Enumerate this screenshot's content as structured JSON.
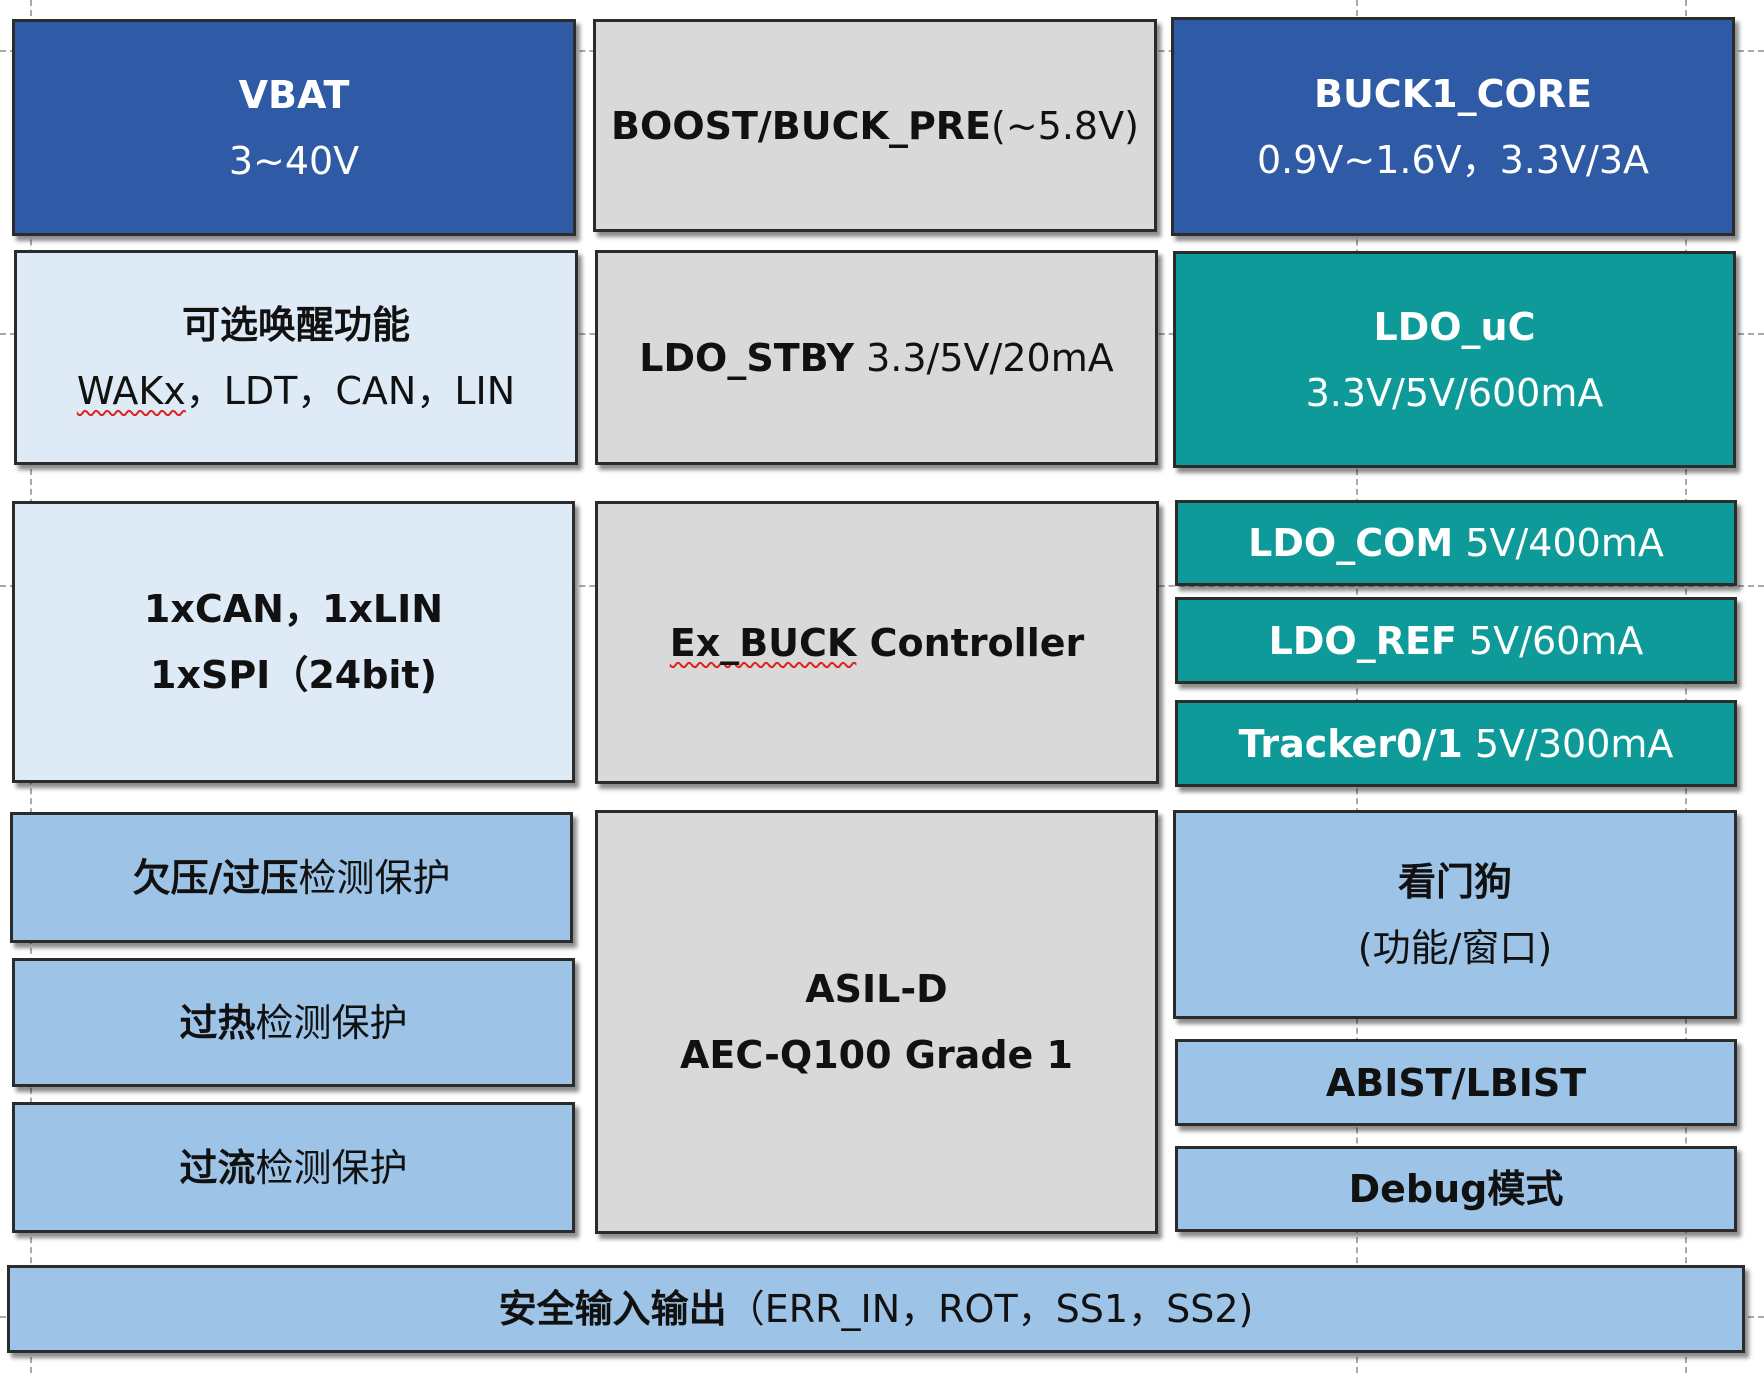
{
  "colors": {
    "dark_blue": "#2e5aa6",
    "gray": "#d9d9d9",
    "pale_blue": "#deebf7",
    "teal": "#0f9a9a",
    "mid_blue": "#9dc3e6",
    "border": "#2b2b2b"
  },
  "blocks": {
    "vbat": {
      "title": "VBAT",
      "value": "3~40V"
    },
    "boost": {
      "title": "BOOST/BUCK_PRE",
      "value": "(~5.8V)"
    },
    "buck1": {
      "title": "BUCK1_CORE",
      "value": "0.9V~1.6V，3.3V/3A"
    },
    "wake": {
      "title": "可选唤醒功能",
      "value_wak": "WAKx",
      "value_rest": "，LDT，CAN，LIN"
    },
    "ldo_stby": {
      "title": "LDO_STBY",
      "value": " 3.3/5V/20mA"
    },
    "ldo_uc": {
      "title": "LDO_uC",
      "value": "3.3V/5V/600mA"
    },
    "comms": {
      "line1": "1xCAN，1xLIN",
      "line2": "1xSPI（24bit)"
    },
    "ex_buck": {
      "title_ex": "Ex_BUCK",
      "title_rest": " Controller"
    },
    "ldo_com": {
      "title": "LDO_COM",
      "value": " 5V/400mA"
    },
    "ldo_ref": {
      "title": "LDO_REF",
      "value": " 5V/60mA"
    },
    "tracker": {
      "title": "Tracker0/1",
      "value": " 5V/300mA"
    },
    "uv_ov": {
      "title": "欠压/过压",
      "suffix": "检测保护"
    },
    "thermal": {
      "title": "过热",
      "suffix": "检测保护"
    },
    "overcurrent": {
      "title": "过流",
      "suffix": "检测保护"
    },
    "asil": {
      "line1": "ASIL-D",
      "line2": "AEC-Q100 Grade 1"
    },
    "watchdog": {
      "title": "看门狗",
      "value": "(功能/窗口)"
    },
    "bist": {
      "title": "ABIST/LBIST"
    },
    "debug": {
      "title": "Debug模式"
    },
    "safety_io": {
      "title": "安全输入输出",
      "value": "（ERR_IN，ROT，SS1，SS2)"
    }
  }
}
